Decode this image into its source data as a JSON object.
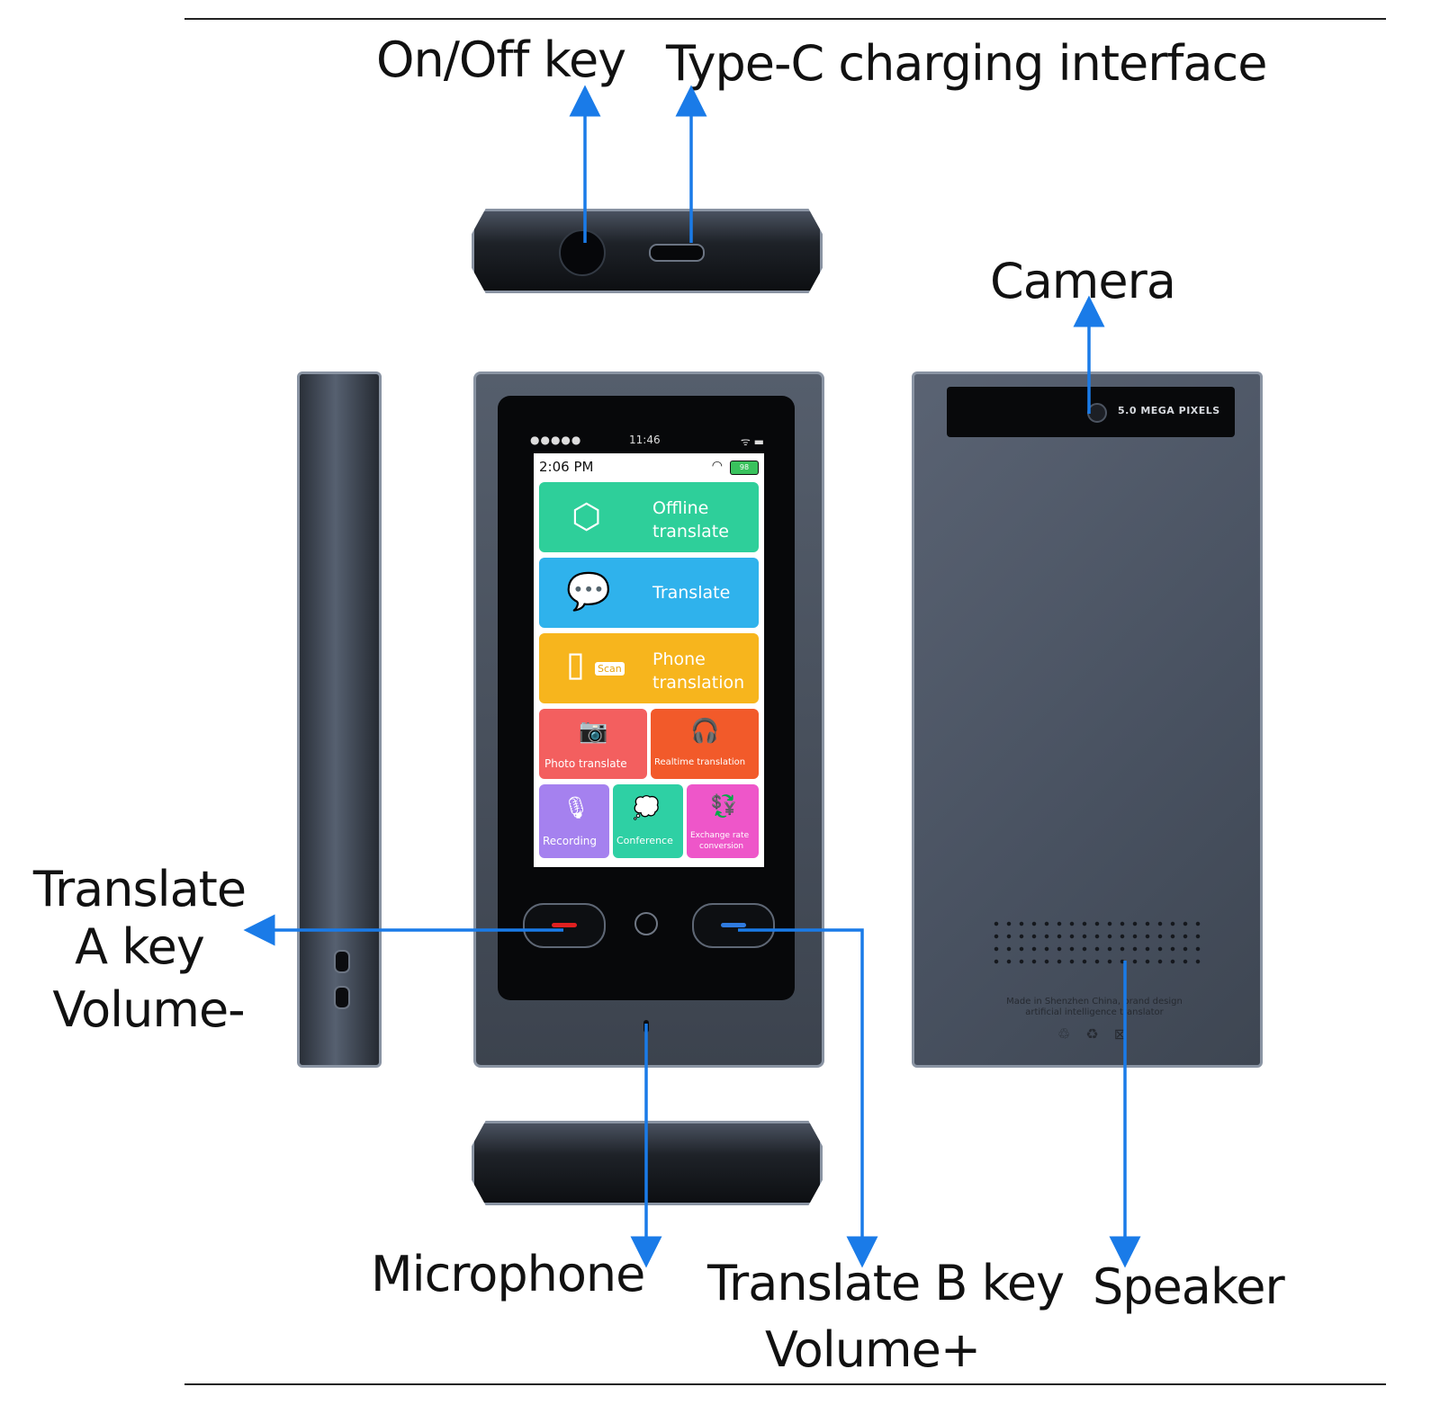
{
  "labels": {
    "on_off": "On/Off key",
    "typec": "Type-C charging interface",
    "camera": "Camera",
    "translate_a_1": "Translate",
    "translate_a_2": "A key",
    "volume_minus": "Volume-",
    "microphone": "Microphone",
    "translate_b": "Translate B key",
    "volume_plus": "Volume+",
    "speaker": "Speaker"
  },
  "device": {
    "status_bar": {
      "dots": "●●●●●",
      "time": "11:46",
      "icons": "ᯤ ▬"
    },
    "screen": {
      "clock": "2:06 PM",
      "battery": "98",
      "tiles": [
        {
          "id": "offline",
          "label_1": "Offline",
          "label_2": "translate",
          "color": "#2ecf9a",
          "icon": "offline-box-icon"
        },
        {
          "id": "translate",
          "label_1": "Translate",
          "color": "#2fb2ec",
          "icon": "chat-bubble-icon"
        },
        {
          "id": "phone",
          "label_1": "Phone",
          "label_2": "translation",
          "color": "#f7b51d",
          "icon": "scan-phone-icon",
          "icon_text": "Scan"
        },
        {
          "id": "photo",
          "label_1": "Photo translate",
          "color": "#f35f5f",
          "icon": "camera-icon"
        },
        {
          "id": "realtime",
          "label_1": "Realtime translation",
          "color": "#f25a2a",
          "icon": "headset-icon"
        },
        {
          "id": "recording",
          "label_1": "Recording",
          "color": "#a581ef",
          "icon": "mic-icon"
        },
        {
          "id": "conference",
          "label_1": "Conference",
          "color": "#2ed0a4",
          "icon": "conference-icon"
        },
        {
          "id": "exchange",
          "label_1": "Exchange rate",
          "label_2": "conversion",
          "color": "#ee56c9",
          "icon": "exchange-icon"
        }
      ]
    },
    "back": {
      "megapixels": "5.0 MEGA PIXELS",
      "made_1": "Made in Shenzhen China, brand design",
      "made_2": "artificial intelligence translator",
      "marks": "♲ ♻ ⊠"
    }
  },
  "colors": {
    "arrow": "#1a7be8",
    "body": "#485160",
    "rule": "#222222"
  }
}
